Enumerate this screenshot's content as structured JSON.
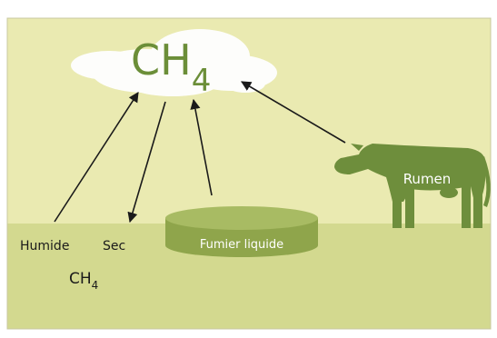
{
  "cloud": {
    "main": "CH",
    "subscript": "4"
  },
  "labels": {
    "wet": "Humide",
    "dry": "Sec",
    "liquid_manure": "Fumier liquide",
    "rumen": "Rumen"
  },
  "ground_formula": {
    "main": "CH",
    "subscript": "4"
  },
  "colors": {
    "sky": "#eaeab1",
    "ground": "#d3d98f",
    "cloud_text": "#6b8e38",
    "cow": "#6e8e3c",
    "tank": "#8fa54b",
    "arrow": "#1a1a1a"
  }
}
